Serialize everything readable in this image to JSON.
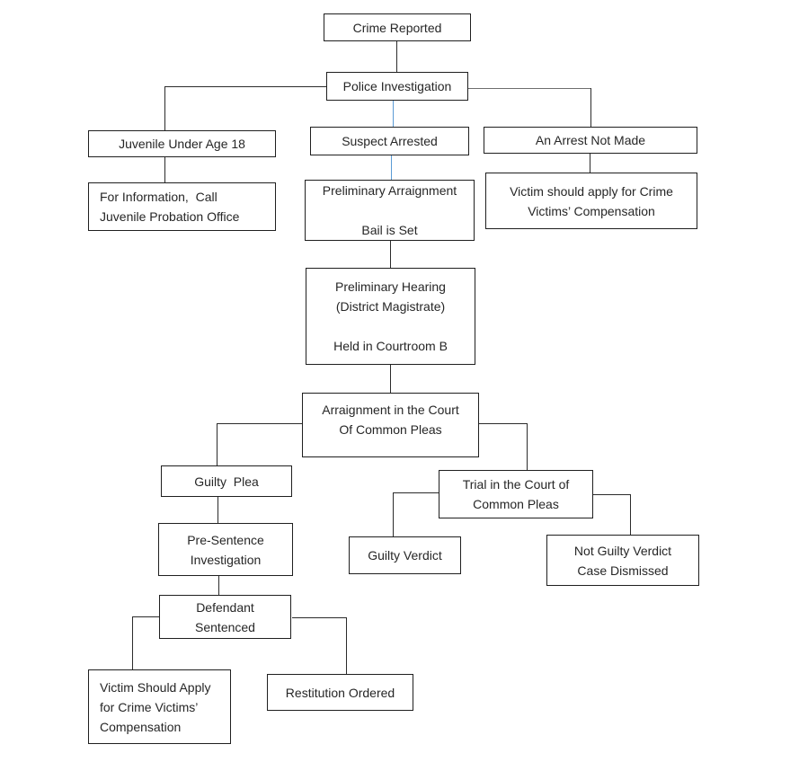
{
  "diagram": {
    "type": "flowchart",
    "subject": "criminal-justice-process",
    "colors": {
      "background": "#ffffff",
      "box_border": "#1f1f1f",
      "text": "#262626",
      "connector": "#2b2b2b",
      "connector_accent_blue": "#5B9BD5",
      "connector_gray": "#6e6e6e"
    },
    "nodes": {
      "crime_reported": {
        "label": "Crime Reported"
      },
      "police_investigation": {
        "label": "Police Investigation"
      },
      "juvenile_under_18": {
        "label": "Juvenile Under Age 18"
      },
      "suspect_arrested": {
        "label": "Suspect Arrested"
      },
      "arrest_not_made": {
        "label": "An Arrest Not Made"
      },
      "juvenile_info": {
        "label": "For Information,  Call\nJuvenile Probation Office"
      },
      "preliminary_arraignment": {
        "label": "Preliminary Arraignment\n\nBail is Set"
      },
      "victim_compensation_top": {
        "label": "Victim should apply for Crime\nVictims’ Compensation"
      },
      "preliminary_hearing": {
        "label": "Preliminary Hearing\n(District Magistrate)\n\nHeld in Courtroom B"
      },
      "arraignment_court": {
        "label": "Arraignment in the Court\nOf Common Pleas"
      },
      "guilty_plea": {
        "label": "Guilty  Plea"
      },
      "trial_court": {
        "label": "Trial in the Court of\nCommon Pleas"
      },
      "pre_sentence": {
        "label": "Pre-Sentence\nInvestigation"
      },
      "guilty_verdict": {
        "label": "Guilty Verdict"
      },
      "not_guilty_verdict": {
        "label": "Not Guilty Verdict\nCase Dismissed"
      },
      "defendant_sentenced": {
        "label": "Defendant\nSentenced"
      },
      "victim_compensation_bottom": {
        "label": "Victim Should Apply\nfor Crime Victims’\nCompensation"
      },
      "restitution_ordered": {
        "label": "Restitution Ordered"
      }
    }
  }
}
